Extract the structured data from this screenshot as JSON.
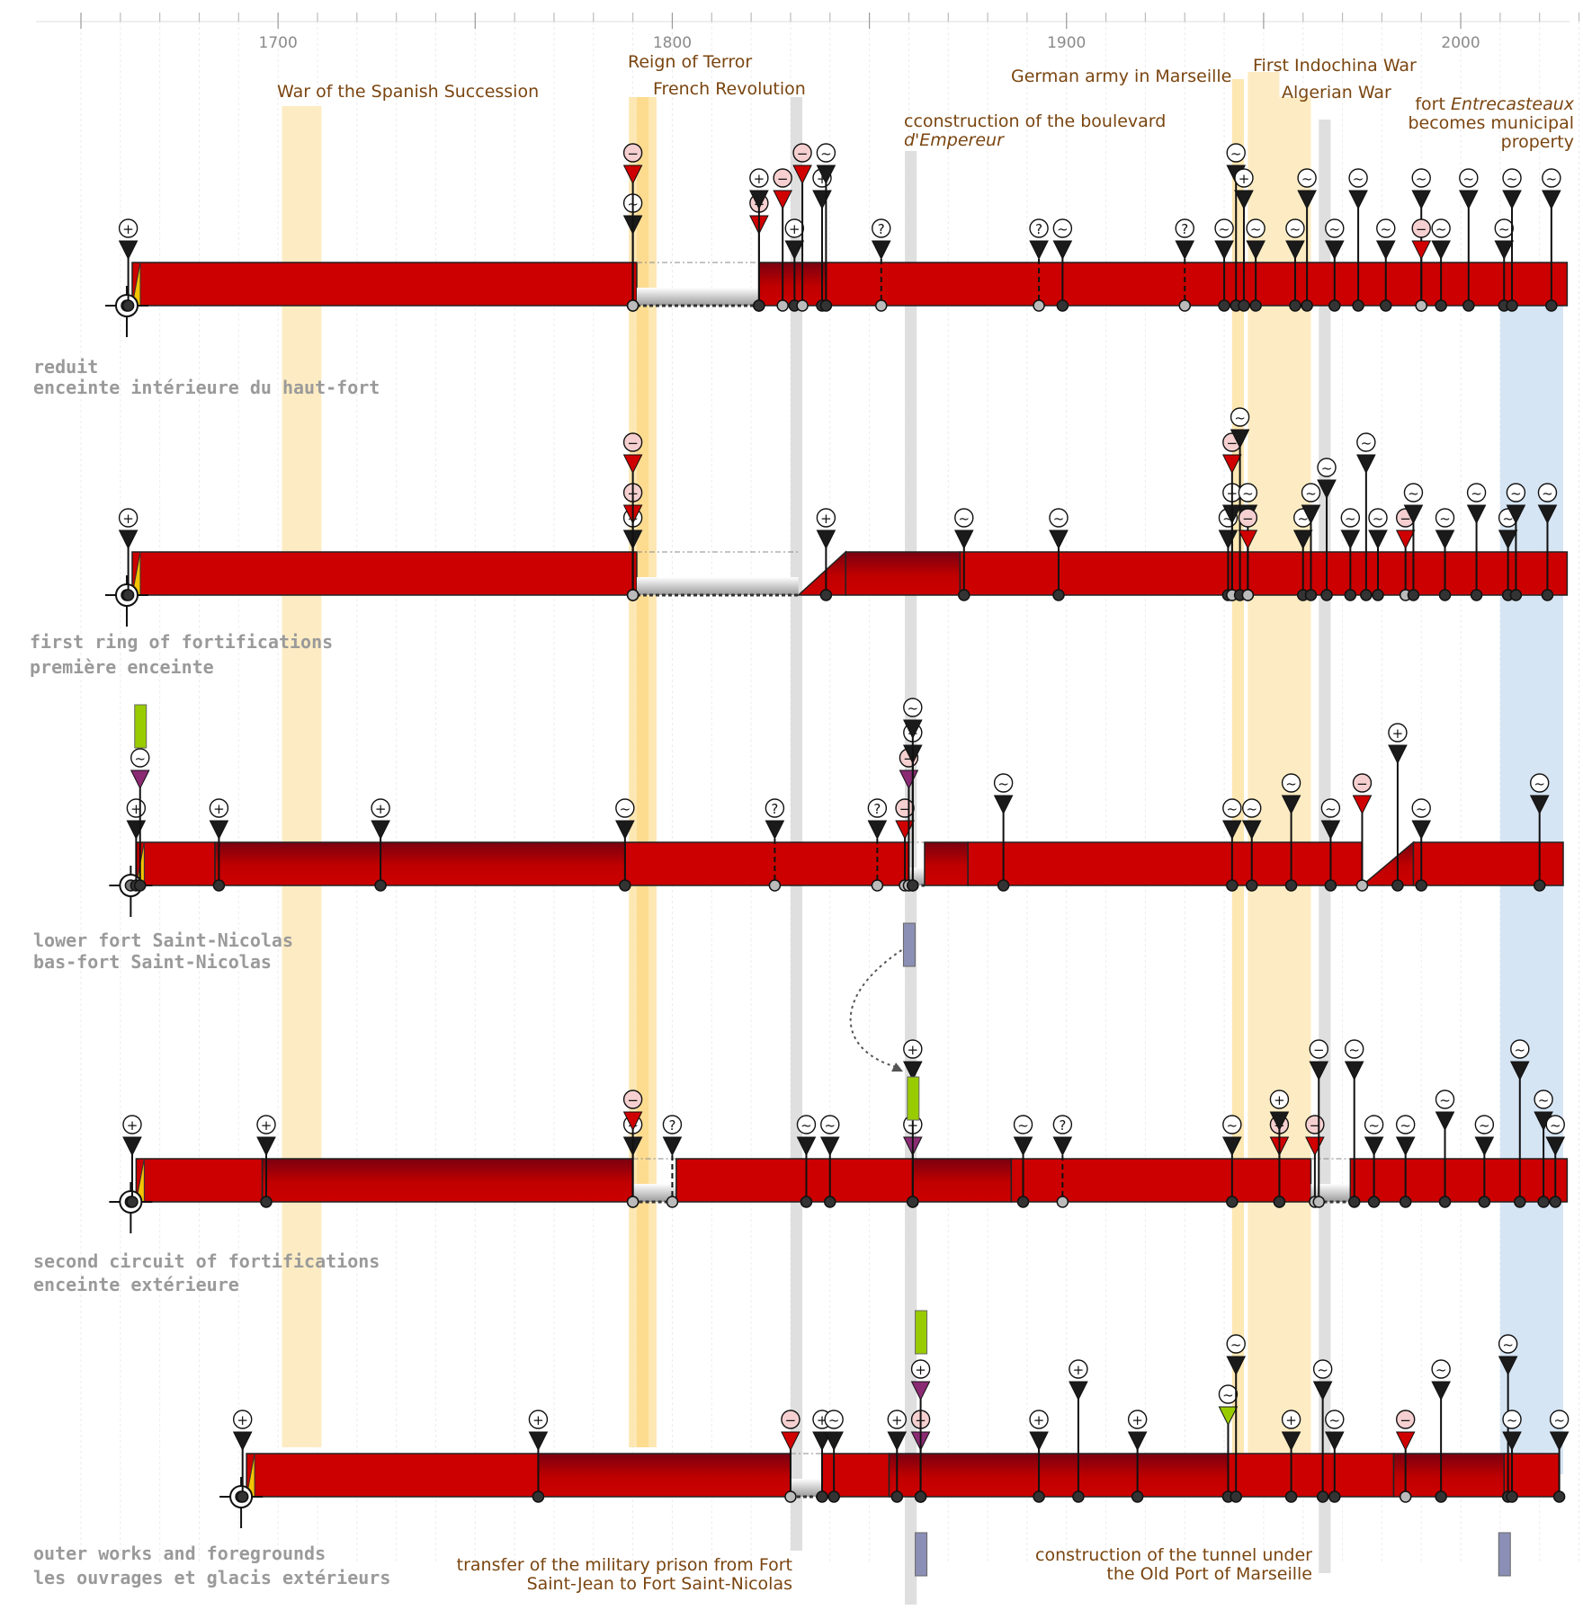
{
  "colors": {
    "bar": "#cc0000",
    "bar_dark": "#7a0010",
    "era_war": "#fde9b8",
    "era_revolution": "#fde3a6",
    "era_gray": "#d9d9d9",
    "era_blue": "#cfe0f2",
    "label_brown": "#7a4510",
    "track_gray": "#9a9a9a",
    "accent_green": "#99cc00",
    "accent_purple": "#8b2b73",
    "accent_slate": "#8c8fb5",
    "marker_red": "#d00000",
    "marker_dark": "#1a1a1a"
  },
  "axis": {
    "ticks": [
      "1700",
      "1800",
      "1900",
      "2000"
    ],
    "range": [
      1650,
      2030
    ]
  },
  "periods": [
    {
      "id": "spanish-succession",
      "label": "War of the Spanish Succession",
      "start": 1701,
      "end": 1711,
      "color": "#fde9b8"
    },
    {
      "id": "french-revolution",
      "label": "French Revolution",
      "start": 1789,
      "end": 1796,
      "color": "#fde3a6"
    },
    {
      "id": "reign-of-terror",
      "label": "Reign of Terror",
      "start": 1791,
      "end": 1794,
      "color": "#fdd98a"
    },
    {
      "id": "boulevard",
      "label": "cconstruction of the boulevard d'Empereur",
      "start": 1859,
      "end": 1862,
      "color": "#d9d9d9"
    },
    {
      "id": "german-army",
      "label": "German army in Marseille",
      "start": 1942,
      "end": 1945,
      "color": "#fde3a6"
    },
    {
      "id": "indochina",
      "label": "First Indochina War",
      "start": 1946,
      "end": 1954,
      "color": "#fde9b8"
    },
    {
      "id": "algerian",
      "label": "Algerian War",
      "start": 1954,
      "end": 1962,
      "color": "#fde9b8"
    },
    {
      "id": "tunnel",
      "label": "construction of the tunnel under the Old Port of Marseille",
      "start": 1964,
      "end": 1967,
      "color": "#d9d9d9"
    },
    {
      "id": "entrecasteaux",
      "label": "fort Entrecasteaux becomes municipal property",
      "start": 2010,
      "end": 2026,
      "color": "#cfe0f2"
    },
    {
      "id": "prison-transfer",
      "label": "transfer of the military prison from Fort Saint-Jean to Fort Saint-Nicolas",
      "start": 1830,
      "end": 1833,
      "color": "#d9d9d9"
    }
  ],
  "annotations": {
    "spanish_succession": "War of the Spanish Succession",
    "reign_of_terror": "Reign of Terror",
    "french_revolution": "French Revolution",
    "boulevard_line1": "cconstruction of the boulevard",
    "boulevard_line2": "d'Empereur",
    "german_army": "German army in Marseille",
    "indochina": "First Indochina War",
    "algerian": "Algerian War",
    "entrecasteaux_line1_a": "fort ",
    "entrecasteaux_line1_b": "Entrecasteaux",
    "entrecasteaux_line2": "becomes municipal",
    "entrecasteaux_line3": "property",
    "prison_line1": "transfer of the military prison from Fort",
    "prison_line2": "Saint-Jean to Fort Saint-Nicolas",
    "tunnel_line1": "construction of the tunnel  under",
    "tunnel_line2": "the Old Port of Marseille"
  },
  "glyph_names": {
    "add": "+",
    "remove": "−",
    "modify": "~",
    "unknown": "?"
  },
  "tracks": [
    {
      "id": "reduit",
      "label_en": "reduit",
      "label_fr": "enceinte intérieure du haut-fort",
      "segments": [
        [
          1663,
          1791,
          "solid"
        ],
        [
          1791,
          1822,
          "gap"
        ],
        [
          1822,
          1839,
          "dark"
        ],
        [
          1839,
          2027,
          "solid"
        ]
      ],
      "events": [
        {
          "year": 1662,
          "glyph": "add",
          "level": 1
        },
        {
          "year": 1790,
          "glyph": "modify",
          "level": 2
        },
        {
          "year": 1790,
          "glyph": "remove",
          "level": 4,
          "color": "red"
        },
        {
          "year": 1822,
          "glyph": "remove",
          "level": 2,
          "color": "red"
        },
        {
          "year": 1822,
          "glyph": "add",
          "level": 3
        },
        {
          "year": 1828,
          "glyph": "remove",
          "level": 3,
          "color": "red"
        },
        {
          "year": 1831,
          "glyph": "add",
          "level": 1
        },
        {
          "year": 1833,
          "glyph": "remove",
          "level": 4,
          "color": "red"
        },
        {
          "year": 1838,
          "glyph": "add",
          "level": 3
        },
        {
          "year": 1839,
          "glyph": "modify",
          "level": 4
        },
        {
          "year": 1853,
          "glyph": "unknown",
          "level": 1
        },
        {
          "year": 1893,
          "glyph": "unknown",
          "level": 1
        },
        {
          "year": 1899,
          "glyph": "modify",
          "level": 1
        },
        {
          "year": 1930,
          "glyph": "unknown",
          "level": 1
        },
        {
          "year": 1940,
          "glyph": "modify",
          "level": 1
        },
        {
          "year": 1943,
          "glyph": "modify",
          "level": 4
        },
        {
          "year": 1945,
          "glyph": "add",
          "level": 3
        },
        {
          "year": 1948,
          "glyph": "modify",
          "level": 1
        },
        {
          "year": 1958,
          "glyph": "modify",
          "level": 1
        },
        {
          "year": 1961,
          "glyph": "modify",
          "level": 3
        },
        {
          "year": 1968,
          "glyph": "modify",
          "level": 1
        },
        {
          "year": 1974,
          "glyph": "modify",
          "level": 3
        },
        {
          "year": 1981,
          "glyph": "modify",
          "level": 1
        },
        {
          "year": 1990,
          "glyph": "modify",
          "level": 3
        },
        {
          "year": 1990,
          "glyph": "remove",
          "level": 1,
          "color": "red"
        },
        {
          "year": 1995,
          "glyph": "modify",
          "level": 1
        },
        {
          "year": 2002,
          "glyph": "modify",
          "level": 3
        },
        {
          "year": 2011,
          "glyph": "modify",
          "level": 1
        },
        {
          "year": 2013,
          "glyph": "modify",
          "level": 3
        },
        {
          "year": 2023,
          "glyph": "modify",
          "level": 3
        }
      ]
    },
    {
      "id": "first-ring",
      "label_en": "first ring of fortifications",
      "label_fr": "première enceinte",
      "segments": [
        [
          1663,
          1791,
          "solid"
        ],
        [
          1791,
          1832,
          "gap"
        ],
        [
          1832,
          1844,
          "ramp"
        ],
        [
          1844,
          1873,
          "dark"
        ],
        [
          1873,
          2027,
          "solid"
        ]
      ],
      "events": [
        {
          "year": 1662,
          "glyph": "add",
          "level": 1
        },
        {
          "year": 1790,
          "glyph": "modify",
          "level": 1
        },
        {
          "year": 1790,
          "glyph": "remove",
          "level": 2,
          "color": "red"
        },
        {
          "year": 1790,
          "glyph": "remove",
          "level": 4,
          "color": "red"
        },
        {
          "year": 1839,
          "glyph": "add",
          "level": 1
        },
        {
          "year": 1874,
          "glyph": "modify",
          "level": 1
        },
        {
          "year": 1898,
          "glyph": "modify",
          "level": 1
        },
        {
          "year": 1941,
          "glyph": "modify",
          "level": 1
        },
        {
          "year": 1942,
          "glyph": "add",
          "level": 2
        },
        {
          "year": 1942,
          "glyph": "remove",
          "level": 4,
          "color": "red"
        },
        {
          "year": 1944,
          "glyph": "modify",
          "level": 5
        },
        {
          "year": 1946,
          "glyph": "modify",
          "level": 2
        },
        {
          "year": 1946,
          "glyph": "remove",
          "level": 1,
          "color": "red"
        },
        {
          "year": 1960,
          "glyph": "modify",
          "level": 1
        },
        {
          "year": 1962,
          "glyph": "modify",
          "level": 2
        },
        {
          "year": 1966,
          "glyph": "modify",
          "level": 3
        },
        {
          "year": 1972,
          "glyph": "modify",
          "level": 1
        },
        {
          "year": 1976,
          "glyph": "modify",
          "level": 4
        },
        {
          "year": 1979,
          "glyph": "modify",
          "level": 1
        },
        {
          "year": 1986,
          "glyph": "remove",
          "level": 1,
          "color": "red"
        },
        {
          "year": 1988,
          "glyph": "modify",
          "level": 2
        },
        {
          "year": 1996,
          "glyph": "modify",
          "level": 1
        },
        {
          "year": 2004,
          "glyph": "modify",
          "level": 2
        },
        {
          "year": 2012,
          "glyph": "modify",
          "level": 1
        },
        {
          "year": 2014,
          "glyph": "modify",
          "level": 2
        },
        {
          "year": 2022,
          "glyph": "modify",
          "level": 2
        }
      ]
    },
    {
      "id": "lower-fort",
      "label_en": "lower fort Saint-Nicolas",
      "label_fr": "bas-fort Saint-Nicolas",
      "segments": [
        [
          1664,
          1684,
          "solid"
        ],
        [
          1684,
          1788,
          "dark"
        ],
        [
          1788,
          1860,
          "solid"
        ],
        [
          1860,
          1864,
          "gap"
        ],
        [
          1864,
          1875,
          "dark"
        ],
        [
          1875,
          1975,
          "solid"
        ],
        [
          1975,
          1988,
          "ramp"
        ],
        [
          1988,
          2026,
          "solid"
        ]
      ],
      "events": [
        {
          "year": 1664,
          "glyph": "add",
          "level": 1
        },
        {
          "year": 1665,
          "glyph": "modify",
          "level": 3,
          "color": "purple"
        },
        {
          "year": 1685,
          "glyph": "add",
          "level": 1
        },
        {
          "year": 1726,
          "glyph": "add",
          "level": 1
        },
        {
          "year": 1788,
          "glyph": "modify",
          "level": 1
        },
        {
          "year": 1826,
          "glyph": "unknown",
          "level": 1
        },
        {
          "year": 1852,
          "glyph": "unknown",
          "level": 1
        },
        {
          "year": 1859,
          "glyph": "remove",
          "level": 1,
          "color": "red"
        },
        {
          "year": 1860,
          "glyph": "remove",
          "level": 3,
          "color": "purple"
        },
        {
          "year": 1861,
          "glyph": "add",
          "level": 4
        },
        {
          "year": 1861,
          "glyph": "modify",
          "level": 5
        },
        {
          "year": 1884,
          "glyph": "modify",
          "level": 2
        },
        {
          "year": 1942,
          "glyph": "modify",
          "level": 1
        },
        {
          "year": 1947,
          "glyph": "modify",
          "level": 1
        },
        {
          "year": 1957,
          "glyph": "modify",
          "level": 2
        },
        {
          "year": 1967,
          "glyph": "modify",
          "level": 1
        },
        {
          "year": 1975,
          "glyph": "remove",
          "level": 2,
          "color": "red"
        },
        {
          "year": 1984,
          "glyph": "add",
          "level": 4
        },
        {
          "year": 1990,
          "glyph": "modify",
          "level": 1
        },
        {
          "year": 2020,
          "glyph": "modify",
          "level": 2
        }
      ]
    },
    {
      "id": "second-circuit",
      "label_en": "second circuit of fortifications",
      "label_fr": "enceinte extérieure",
      "segments": [
        [
          1664,
          1696,
          "solid"
        ],
        [
          1696,
          1790,
          "dark"
        ],
        [
          1790,
          1801,
          "gap"
        ],
        [
          1801,
          1861,
          "solid"
        ],
        [
          1861,
          1886,
          "dark"
        ],
        [
          1886,
          1962,
          "solid"
        ],
        [
          1962,
          1972,
          "gap"
        ],
        [
          1972,
          2027,
          "solid"
        ]
      ],
      "events": [
        {
          "year": 1663,
          "glyph": "add",
          "level": 1
        },
        {
          "year": 1697,
          "glyph": "add",
          "level": 1
        },
        {
          "year": 1790,
          "glyph": "modify",
          "level": 1
        },
        {
          "year": 1790,
          "glyph": "remove",
          "level": 2,
          "color": "red"
        },
        {
          "year": 1800,
          "glyph": "unknown",
          "level": 1
        },
        {
          "year": 1834,
          "glyph": "modify",
          "level": 1
        },
        {
          "year": 1840,
          "glyph": "modify",
          "level": 1
        },
        {
          "year": 1861,
          "glyph": "add",
          "level": 1,
          "color": "purple"
        },
        {
          "year": 1861,
          "glyph": "add",
          "level": 4
        },
        {
          "year": 1889,
          "glyph": "modify",
          "level": 1
        },
        {
          "year": 1899,
          "glyph": "unknown",
          "level": 1
        },
        {
          "year": 1942,
          "glyph": "modify",
          "level": 1
        },
        {
          "year": 1954,
          "glyph": "remove",
          "level": 1,
          "color": "red"
        },
        {
          "year": 1954,
          "glyph": "add",
          "level": 2
        },
        {
          "year": 1963,
          "glyph": "remove",
          "level": 1,
          "color": "red"
        },
        {
          "year": 1964,
          "glyph": "remove",
          "level": 4
        },
        {
          "year": 1973,
          "glyph": "modify",
          "level": 4
        },
        {
          "year": 1978,
          "glyph": "modify",
          "level": 1
        },
        {
          "year": 1986,
          "glyph": "modify",
          "level": 1
        },
        {
          "year": 1996,
          "glyph": "modify",
          "level": 2
        },
        {
          "year": 2006,
          "glyph": "modify",
          "level": 1
        },
        {
          "year": 2015,
          "glyph": "modify",
          "level": 4
        },
        {
          "year": 2021,
          "glyph": "modify",
          "level": 2
        },
        {
          "year": 2024,
          "glyph": "modify",
          "level": 1
        }
      ]
    },
    {
      "id": "outer-works",
      "label_en": "outer works and foregrounds",
      "label_fr": "les ouvrages et glacis extérieurs",
      "segments": [
        [
          1692,
          1766,
          "solid"
        ],
        [
          1766,
          1830,
          "dark"
        ],
        [
          1830,
          1838,
          "gap"
        ],
        [
          1838,
          1855,
          "solid"
        ],
        [
          1855,
          1941,
          "dark"
        ],
        [
          1941,
          1983,
          "solid"
        ],
        [
          1983,
          2011,
          "dark"
        ],
        [
          2011,
          2025,
          "solid"
        ]
      ],
      "events": [
        {
          "year": 1691,
          "glyph": "add",
          "level": 1
        },
        {
          "year": 1766,
          "glyph": "add",
          "level": 1
        },
        {
          "year": 1830,
          "glyph": "remove",
          "level": 1,
          "color": "red"
        },
        {
          "year": 1838,
          "glyph": "add",
          "level": 1
        },
        {
          "year": 1841,
          "glyph": "modify",
          "level": 1
        },
        {
          "year": 1857,
          "glyph": "add",
          "level": 1
        },
        {
          "year": 1863,
          "glyph": "remove",
          "level": 1,
          "color": "purple"
        },
        {
          "year": 1863,
          "glyph": "add",
          "level": 3,
          "color": "purple"
        },
        {
          "year": 1893,
          "glyph": "add",
          "level": 1
        },
        {
          "year": 1903,
          "glyph": "add",
          "level": 3
        },
        {
          "year": 1918,
          "glyph": "add",
          "level": 1
        },
        {
          "year": 1941,
          "glyph": "modify",
          "level": 2,
          "color": "green"
        },
        {
          "year": 1943,
          "glyph": "modify",
          "level": 4
        },
        {
          "year": 1957,
          "glyph": "add",
          "level": 1
        },
        {
          "year": 1965,
          "glyph": "modify",
          "level": 3
        },
        {
          "year": 1968,
          "glyph": "modify",
          "level": 1
        },
        {
          "year": 1986,
          "glyph": "remove",
          "level": 1,
          "color": "red"
        },
        {
          "year": 1995,
          "glyph": "modify",
          "level": 3
        },
        {
          "year": 2012,
          "glyph": "modify",
          "level": 4
        },
        {
          "year": 2013,
          "glyph": "modify",
          "level": 1
        },
        {
          "year": 2025,
          "glyph": "modify",
          "level": 1
        }
      ]
    }
  ]
}
